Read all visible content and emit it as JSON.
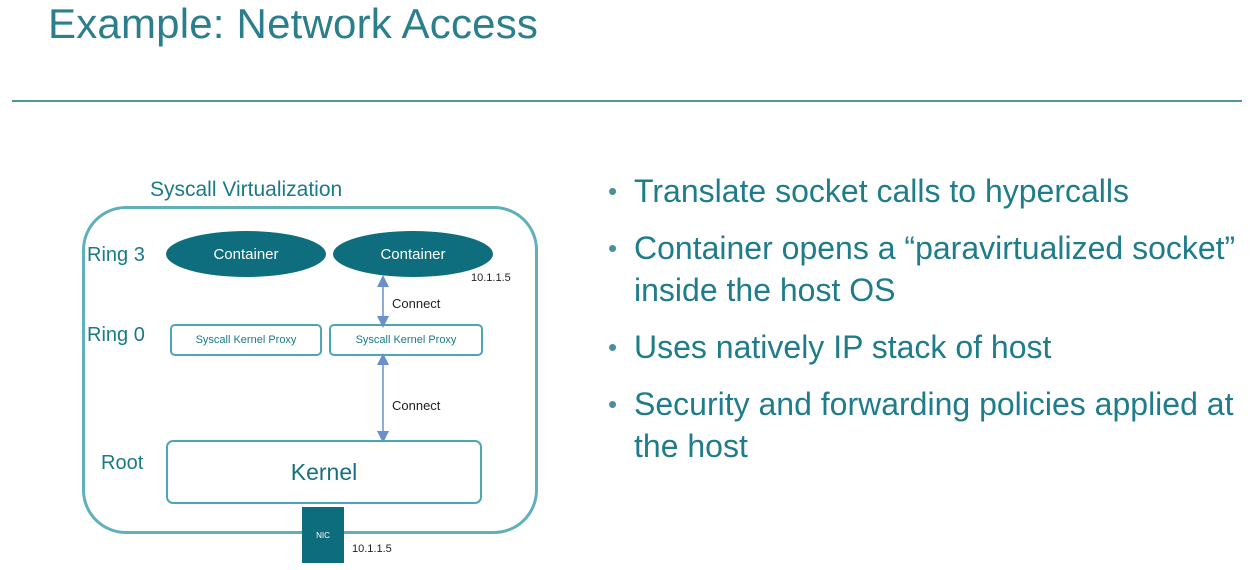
{
  "slide": {
    "title": "Example: Network Access"
  },
  "diagram": {
    "title": "Syscall Virtualization",
    "rings": {
      "ring3": "Ring 3",
      "ring0": "Ring 0",
      "root": "Root"
    },
    "containers": [
      "Container",
      "Container"
    ],
    "container_ip": "10.1.1.5",
    "proxies": [
      "Syscall Kernel Proxy",
      "Syscall Kernel Proxy"
    ],
    "connect_upper": "Connect",
    "connect_lower": "Connect",
    "kernel": "Kernel",
    "nic": "NIC",
    "nic_ip": "10.1.1.5"
  },
  "bullets": [
    "Translate socket calls to hypercalls",
    "Container opens a “paravirtualized socket” inside the host OS",
    "Uses natively IP stack of host",
    "Security and forwarding policies applied at the host"
  ],
  "colors": {
    "accent": "#1f7c8a",
    "container_fill": "#0f6e7e",
    "box_stroke": "#4aa7b3"
  }
}
